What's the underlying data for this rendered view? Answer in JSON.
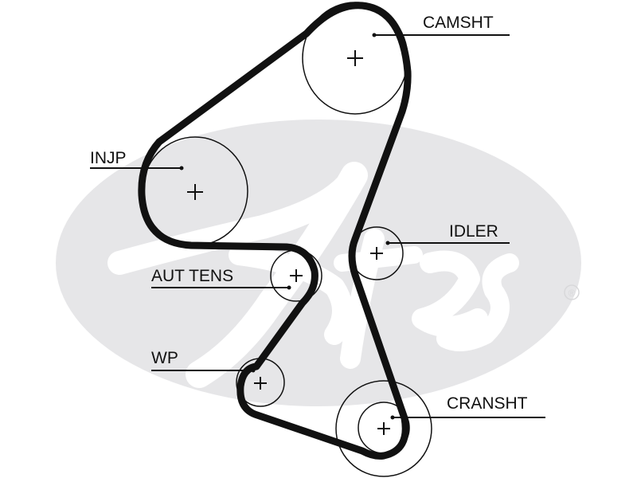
{
  "watermark": {
    "logo_text": "Gates",
    "registered_mark": "®",
    "color": "#e6e6e8"
  },
  "pulleys": {
    "camshaft": "CAMSHT",
    "injection_pump": "INJP",
    "idler": "IDLER",
    "auto_tensioner": "AUT TENS",
    "water_pump": "WP",
    "crankshaft": "CRANSHT"
  },
  "colors": {
    "belt": "#111111",
    "background": "#ffffff"
  }
}
